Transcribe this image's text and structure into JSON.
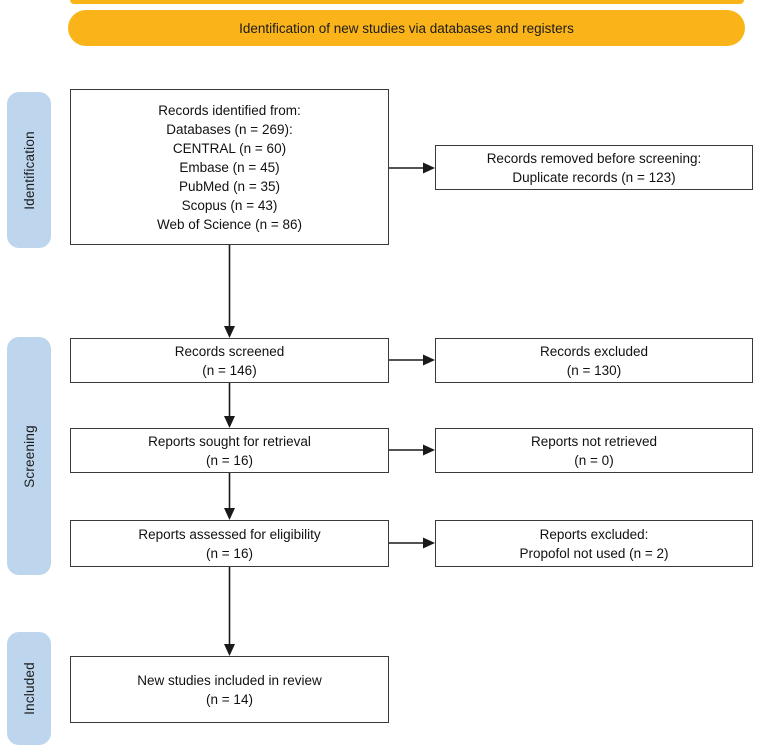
{
  "banner": {
    "label": "Identification of new studies via databases and registers"
  },
  "stages": [
    {
      "label": "Identification"
    },
    {
      "label": "Screening"
    },
    {
      "label": "Included"
    }
  ],
  "boxes": {
    "identified": {
      "lines": [
        "Records identified from:",
        "Databases (n = 269):",
        "CENTRAL (n = 60)",
        "Embase (n = 45)",
        "PubMed (n = 35)",
        "Scopus (n = 43)",
        "Web of Science (n = 86)"
      ]
    },
    "removed": {
      "lines": [
        "Records removed before screening:",
        "Duplicate records (n = 123)"
      ]
    },
    "screened": {
      "lines": [
        "Records screened",
        "(n = 146)"
      ]
    },
    "excluded": {
      "lines": [
        "Records excluded",
        "(n = 130)"
      ]
    },
    "sought": {
      "lines": [
        "Reports sought for retrieval",
        "(n = 16)"
      ]
    },
    "not_retrieved": {
      "lines": [
        "Reports not retrieved",
        "(n = 0)"
      ]
    },
    "assessed": {
      "lines": [
        "Reports assessed for eligibility",
        "(n = 16)"
      ]
    },
    "reports_excluded": {
      "lines": [
        "Reports excluded:",
        "Propofol not used (n = 2)"
      ]
    },
    "included": {
      "lines": [
        "New studies included in review",
        "(n = 14)"
      ]
    }
  },
  "colors": {
    "banner_bg": "#FAB419",
    "stage_bg": "#BDD5ED",
    "box_border": "#3A3A3A",
    "arrow": "#1A1A1A"
  }
}
